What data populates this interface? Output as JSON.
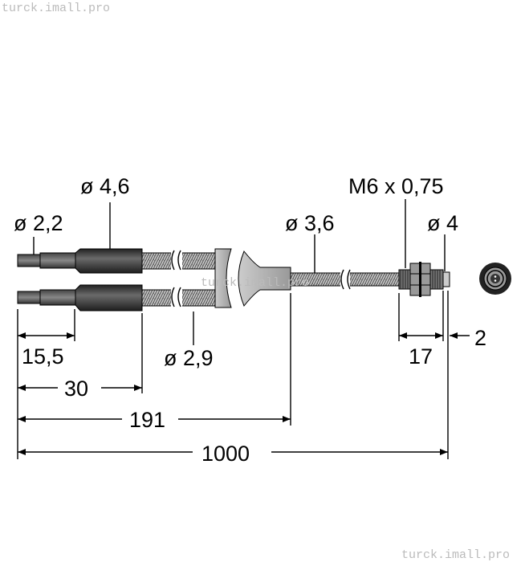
{
  "watermark": "turck.imall.pro",
  "labels": {
    "tip_diameter": "ø 2,2",
    "sleeve_diameter": "ø 4,6",
    "cable_diameter": "ø 3,6",
    "thread": "M6 x 0,75",
    "end_diameter": "ø 4",
    "fiber_diameter": "ø 2,9"
  },
  "dimensions": {
    "tip_length": "15,5",
    "sleeve_length": "30",
    "split_length": "191",
    "total_length": "1000",
    "thread_length": "17",
    "end_length": "2"
  },
  "colors": {
    "sleeve": "#3a3a3a",
    "braid": "#777777",
    "splitter": "#b5b5b5"
  }
}
